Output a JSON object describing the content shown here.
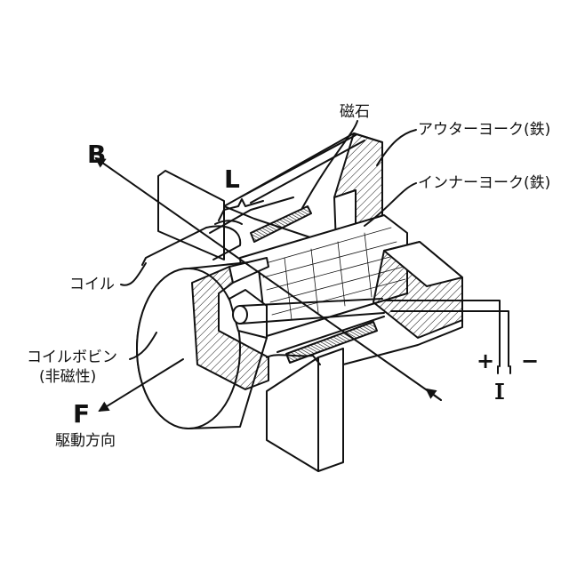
{
  "labels": {
    "magnet": "磁石",
    "outer_yoke": "アウターヨーク(鉄)",
    "inner_yoke": "インナーヨーク(鉄)",
    "b_symbol": "B",
    "l_symbol": "L",
    "coil": "コイル",
    "bobbin_line1": "コイルボビン",
    "bobbin_line2": "(非磁性)",
    "f_symbol": "F",
    "drive_direction": "駆動方向",
    "plus": "+",
    "minus": "−",
    "current_symbol": "I"
  }
}
